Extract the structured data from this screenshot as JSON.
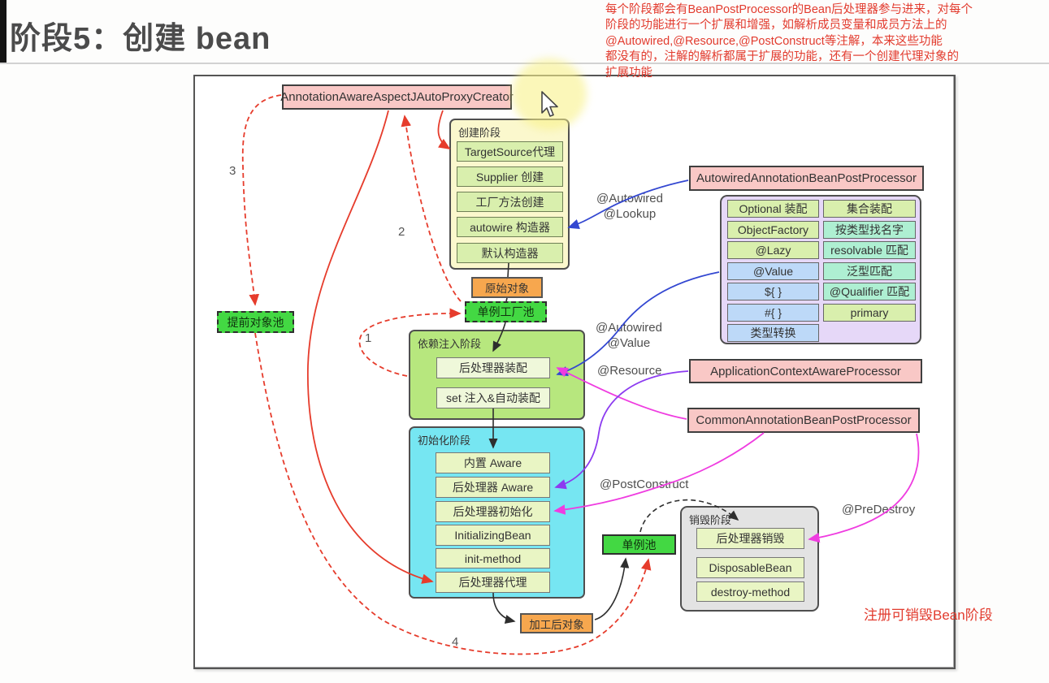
{
  "page": {
    "title": "阶段5：创建 bean",
    "top_note": "每个阶段都会有BeanPostProcessor的Bean后处理器参与进来，对每个\n阶段的功能进行一个扩展和增强，如解析成员变量和成员方法上的\n@Autowired,@Resource,@PostConstruct等注解，本来这些功能\n都没有的，注解的解析都属于扩展的功能，还有一个创建代理对象的\n扩展功能",
    "bottom_note": "注册可销毁Bean阶段"
  },
  "diagram": {
    "proxy_creator": "AnnotationAwareAspectJAutoProxyCreator",
    "creation_phase": {
      "title": "创建阶段",
      "items": [
        "TargetSource代理",
        "Supplier 创建",
        "工厂方法创建",
        "autowire 构造器",
        "默认构造器"
      ]
    },
    "raw_object": "原始对象",
    "singleton_factory_pool": "单例工厂池",
    "early_object_pool": "提前对象池",
    "di_phase": {
      "title": "依赖注入阶段",
      "items": [
        "后处理器装配",
        "set 注入&自动装配"
      ]
    },
    "init_phase": {
      "title": "初始化阶段",
      "items": [
        "内置 Aware",
        "后处理器 Aware",
        "后处理器初始化",
        "InitializingBean",
        "init-method",
        "后处理器代理"
      ]
    },
    "autowired_bpp": "AutowiredAnnotationBeanPostProcessor",
    "feature_table": {
      "left": [
        "Optional 装配",
        "ObjectFactory",
        "@Lazy",
        "@Value",
        "${ }",
        "#{ }",
        "类型转换"
      ],
      "right": [
        "集合装配",
        "按类型找名字",
        "resolvable 匹配",
        "泛型匹配",
        "@Qualifier 匹配",
        "primary"
      ]
    },
    "app_ctx_aware": "ApplicationContextAwareProcessor",
    "common_bpp": "CommonAnnotationBeanPostProcessor",
    "destroy_phase": {
      "title": "销毁阶段",
      "items": [
        "后处理器销毁",
        "DisposableBean",
        "destroy-method"
      ]
    },
    "singleton_pool": "单例池",
    "processed_object": "加工后对象",
    "annotations": {
      "lookup": "@Autowired\n@Lookup",
      "value": "@Autowired\n@Value",
      "resource": "@Resource",
      "post_construct": "@PostConstruct",
      "pre_destroy": "@PreDestroy"
    },
    "steps": [
      "1",
      "2",
      "3",
      "4"
    ]
  },
  "colors": {
    "pink": "#f9c8c6",
    "phase_yellow": "#fbf8cd",
    "phase_green": "#b7e77e",
    "phase_cyan": "#76e6f2",
    "phase_gray": "#e3e3e3",
    "item_green": "#d9efad",
    "item_light": "#eff8da",
    "item_cream": "#e9f5c4",
    "cell_blue": "#bdd9f8",
    "cell_mint": "#aeefd2",
    "pool_green": "#43d843",
    "orange": "#f7a74e",
    "table_lavender": "#e6d8f8",
    "note_red": "#e23b2e",
    "arrow_red": "#e63c2c",
    "arrow_blue": "#3347d1",
    "arrow_magenta": "#ef3ce0",
    "arrow_purple": "#8c3bf0"
  }
}
